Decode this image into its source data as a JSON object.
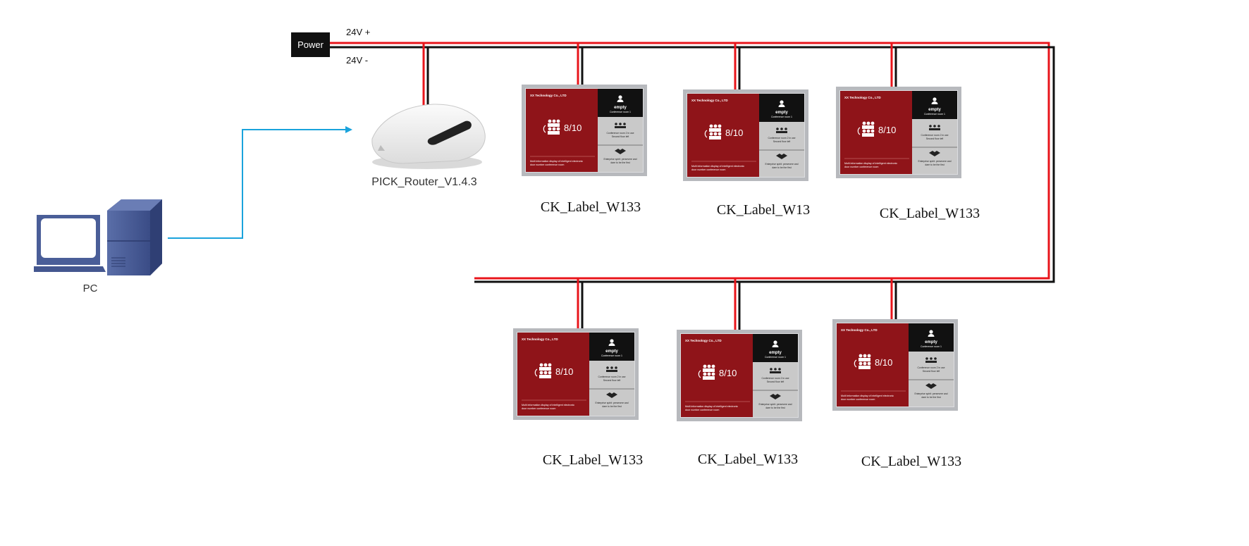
{
  "power": {
    "label": "Power",
    "plus_label": "24V +",
    "minus_label": "24V -"
  },
  "pc": {
    "label": "PC"
  },
  "router": {
    "label": "PICK_Router_V1.4.3"
  },
  "colors": {
    "positive_wire": "#e8151b",
    "negative_wire": "#111111",
    "data_link": "#1aa3dc",
    "label_red": "#8f1419",
    "label_dark": "#111111",
    "label_gray": "#c4c4c4",
    "frame": "#b7b9bd"
  },
  "labels": [
    {
      "caption": "CK_Label_W133"
    },
    {
      "caption": "CK_Label_W13"
    },
    {
      "caption": "CK_Label_W133"
    },
    {
      "caption": "CK_Label_W133"
    },
    {
      "caption": "CK_Label_W133"
    },
    {
      "caption": "CK_Label_W133"
    }
  ],
  "screen": {
    "company": "XX Technology Co., LTD",
    "occupancy": "8/10",
    "footer_line1": "Multi information display of intelligent electronic",
    "footer_line2": "door number conference room",
    "room_status": "empty",
    "room_sub": "Conference room 1",
    "panel2_line1": "Conference room 2 in use",
    "panel2_line2": "Second floor left",
    "panel3_line1": "Enterprise spirit: persevere and",
    "panel3_line2": "dare to be the first"
  }
}
